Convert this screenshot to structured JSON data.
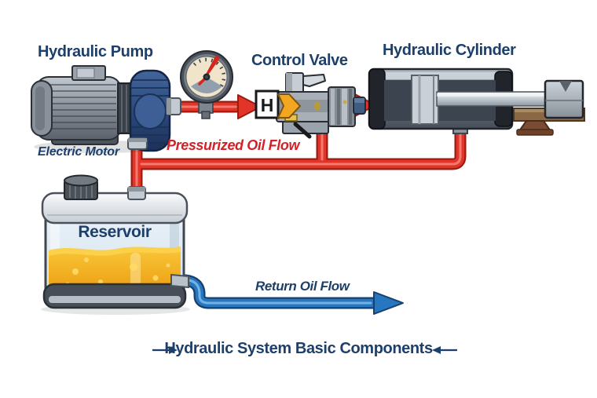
{
  "diagram": {
    "title": "Hydraulic System Basic Components",
    "components": {
      "pump": {
        "label": "Hydraulic Pump"
      },
      "motor": {
        "label": "Electric Motor"
      },
      "gauge": {
        "name": "pressure-gauge"
      },
      "valve": {
        "label": "Control Valve",
        "symbol": "H"
      },
      "cylinder": {
        "label": "Hydraulic Cylinder"
      },
      "reservoir": {
        "label": "Reservoir"
      }
    },
    "flows": {
      "pressurized": {
        "label": "Pressurized Oil Flow",
        "color": "#d42127",
        "direction": "pump-to-valve-to-cylinder"
      },
      "return": {
        "label": "Return Oil Flow",
        "color": "#2677c0",
        "direction": "reservoir-outward-right"
      }
    },
    "colors": {
      "label_navy": "#1d3f6b",
      "pressurized_label_red": "#d42127",
      "pipe_red": "#e2352a",
      "pipe_red_outline": "#9e1b12",
      "pipe_blue": "#2677c0",
      "pipe_blue_outline": "#16406f",
      "oil_amber": "#f2a81d",
      "valve_arrow_yellow": "#f3a61f",
      "pump_head_navy": "#2c4a7c",
      "background": "#ffffff"
    }
  }
}
